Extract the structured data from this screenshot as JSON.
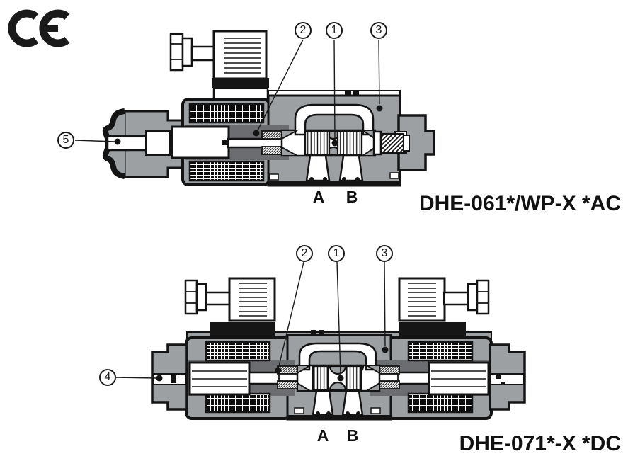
{
  "logo": {
    "ce": "CE"
  },
  "top_diagram": {
    "title": "DHE-061*/WP-X *AC",
    "callout_2": "2",
    "callout_1": "1",
    "callout_3": "3",
    "callout_5": "5",
    "port_a": "A",
    "port_b": "B"
  },
  "bottom_diagram": {
    "title": "DHE-071*-X *DC",
    "callout_2": "2",
    "callout_1": "1",
    "callout_3": "3",
    "callout_4": "4",
    "port_a": "A",
    "port_b": "B"
  },
  "colors": {
    "body_gray": "#9DA0A3",
    "dark_gray": "#6B6D70",
    "outline": "#141414",
    "background": "#ffffff"
  }
}
